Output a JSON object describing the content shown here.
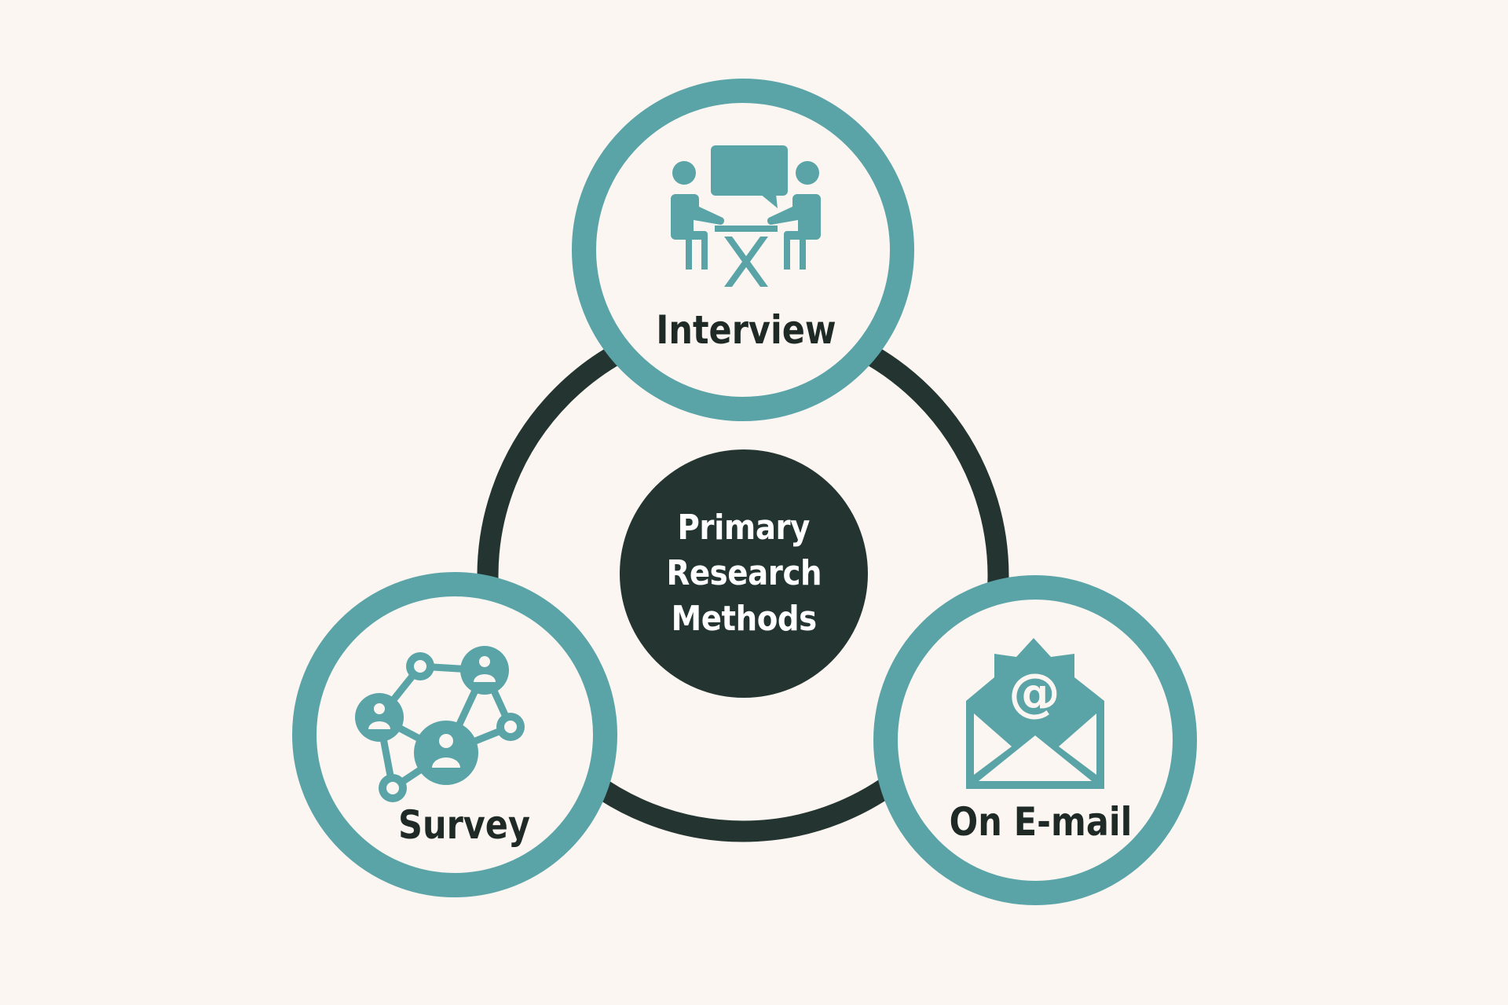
{
  "diagram": {
    "type": "hub-and-spoke",
    "center": {
      "lines": [
        "Primary",
        "Research",
        "Methods"
      ],
      "fill_color": "#243531",
      "text_color": "#ffffff"
    },
    "connector_ring_color": "#243531",
    "node_ring_color": "#5aa4a8",
    "background_color": "#fbf6f1",
    "label_color": "#1f2a27",
    "nodes": [
      {
        "label": "Interview",
        "icon": "interview-icon",
        "position": "top"
      },
      {
        "label": "Survey",
        "icon": "network-people-icon",
        "position": "bottom-left"
      },
      {
        "label": "On E-mail",
        "icon": "email-open-icon",
        "position": "bottom-right"
      }
    ]
  }
}
